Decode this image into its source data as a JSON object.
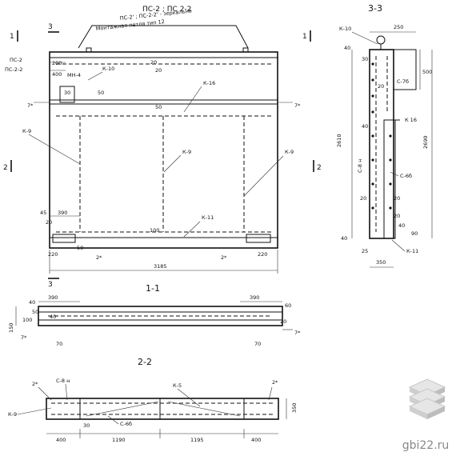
{
  "title_block": {
    "line1": "ПС-2 ; ПС 2-2",
    "line2": "ПС-2' ; ПС-2-2' - зеркально",
    "line3": "Монтажная петля тип 12"
  },
  "sections": {
    "s11": "1-1",
    "s22": "2-2",
    "s33": "3-3"
  },
  "cut_marks": {
    "one": "1",
    "two": "2",
    "three": "3"
  },
  "labels": {
    "ps2": "ПС-2",
    "ps22": "ПС-2-2",
    "mn4": "МН-4",
    "k10": "К-10",
    "k16": "К-16",
    "k9": "К-9",
    "k11": "К-11",
    "k5": "К-5",
    "seven_star": "7*",
    "two_star": "2*",
    "c8n": "С-8 н",
    "c7b": "С-7б",
    "c6b": "С-6б",
    "k16b": "К 16"
  },
  "dims": {
    "d3185": "3185",
    "d220": "220",
    "d390": "390",
    "d40": "40",
    "d20": "20",
    "d50": "50",
    "d400": "400",
    "d100": "100",
    "d1190": "1190",
    "d1195": "1195",
    "d70": "70",
    "d250": "250",
    "d350": "350",
    "d30": "30",
    "d500": "500",
    "d2610": "2610",
    "d2690": "2690",
    "d25": "25",
    "d90": "90",
    "d150": "150",
    "d60": "60",
    "d45": "45",
    "d200": "200"
  },
  "watermark": {
    "text": "gbi22.ru"
  }
}
